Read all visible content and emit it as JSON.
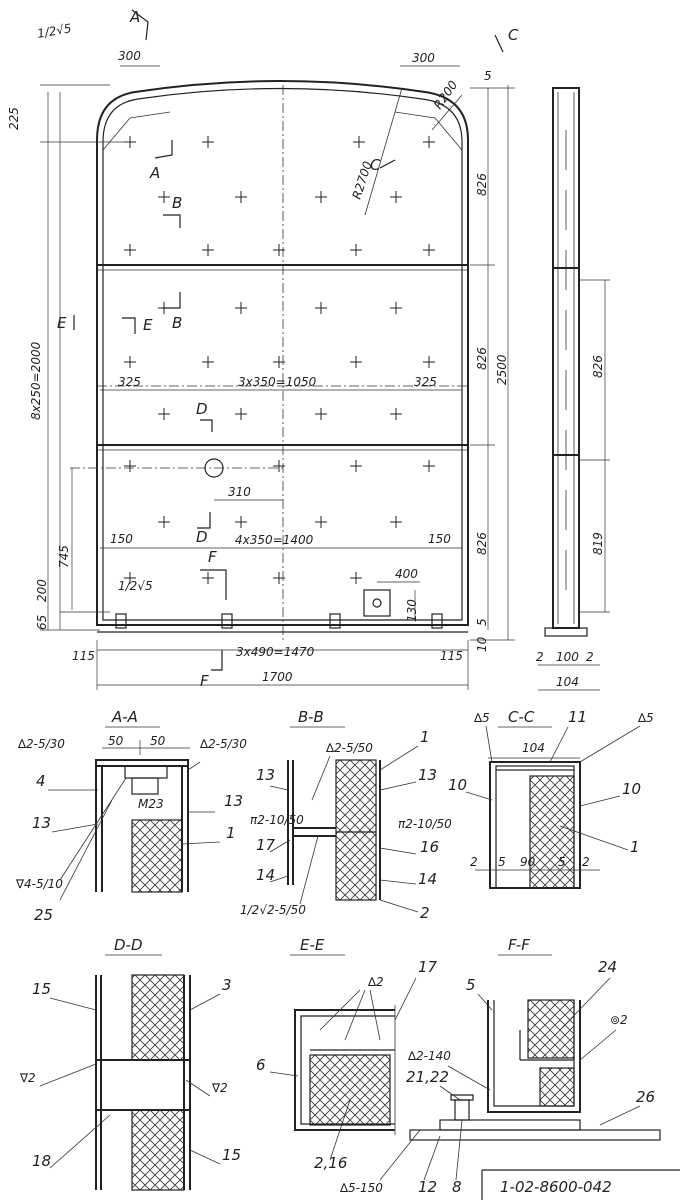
{
  "front_view": {
    "weld_top_left": "1/2√5",
    "dim_top_left": "300",
    "dim_top_right": "300",
    "dim_5_top": "5",
    "radius_large": "R2700",
    "radius_small": "R200",
    "dim_225": "225",
    "dim_826_upper": "826",
    "dim_826_middle": "826",
    "dim_826_lower": "826",
    "dim_2500": "2500",
    "dim_8x250": "8x250=2000",
    "dim_325_left": "325",
    "dim_3x350": "3x350=1050",
    "dim_325_right": "325",
    "dim_310": "310",
    "dim_150_left": "150",
    "dim_4x350": "4x350=1400",
    "dim_150_right": "150",
    "dim_745": "745",
    "dim_200": "200",
    "dim_65": "65",
    "weld_bottom_left": "1/2√5",
    "dim_400": "400",
    "dim_130": "130",
    "dim_5_bottom": "5",
    "dim_10": "10",
    "dim_115_left": "115",
    "dim_3x490": "3x490=1470",
    "dim_115_right": "115",
    "dim_1700": "1700",
    "section_marks": {
      "A": "A",
      "B": "B",
      "C": "C",
      "D": "D",
      "E": "E",
      "F": "F"
    }
  },
  "side_view": {
    "dim_826": "826",
    "dim_819": "819",
    "dim_2_left": "2",
    "dim_100": "100",
    "dim_2_right": "2",
    "dim_104": "104"
  },
  "sections": {
    "aa": {
      "title": "A-A",
      "dim_50_left": "50",
      "dim_50_right": "50",
      "weld_left": "∆2-5/30",
      "weld_right": "∆2-5/30",
      "weld_bottom": "∇4-5/10",
      "bolt": "M23",
      "parts": [
        "4",
        "13",
        "13",
        "1",
        "25"
      ]
    },
    "bb": {
      "title": "B-B",
      "weld_top": "∆2-5/50",
      "weld_left": "π2-10/50",
      "weld_right": "π2-10/50",
      "weld_bottom": "1/2√2-5/50",
      "parts": [
        "13",
        "17",
        "14",
        "1",
        "13",
        "16",
        "14",
        "2"
      ]
    },
    "cc": {
      "title": "C-C",
      "weld_left": "∆5",
      "weld_right": "∆5",
      "dim_104": "104",
      "dim_2_left": "2",
      "dim_5_left": "5",
      "dim_90": "90",
      "dim_5_right": "5",
      "dim_2_right": "2",
      "parts": [
        "11",
        "10",
        "10",
        "1"
      ]
    },
    "dd": {
      "title": "D-D",
      "weld_left": "∇2",
      "weld_right": "∇2",
      "parts": [
        "15",
        "3",
        "18",
        "15"
      ]
    },
    "ee": {
      "title": "E-E",
      "weld_top": "∆2",
      "parts": [
        "17",
        "6",
        "2,16"
      ]
    },
    "ff": {
      "title": "F-F",
      "weld_circle": "⊚2",
      "weld_mid": "∆2-140",
      "weld_bottom": "∆5-150",
      "parts": [
        "24",
        "5",
        "21,22",
        "26",
        "12",
        "8"
      ]
    }
  },
  "title_block": {
    "drawing_number": "1-02-8600-042"
  }
}
